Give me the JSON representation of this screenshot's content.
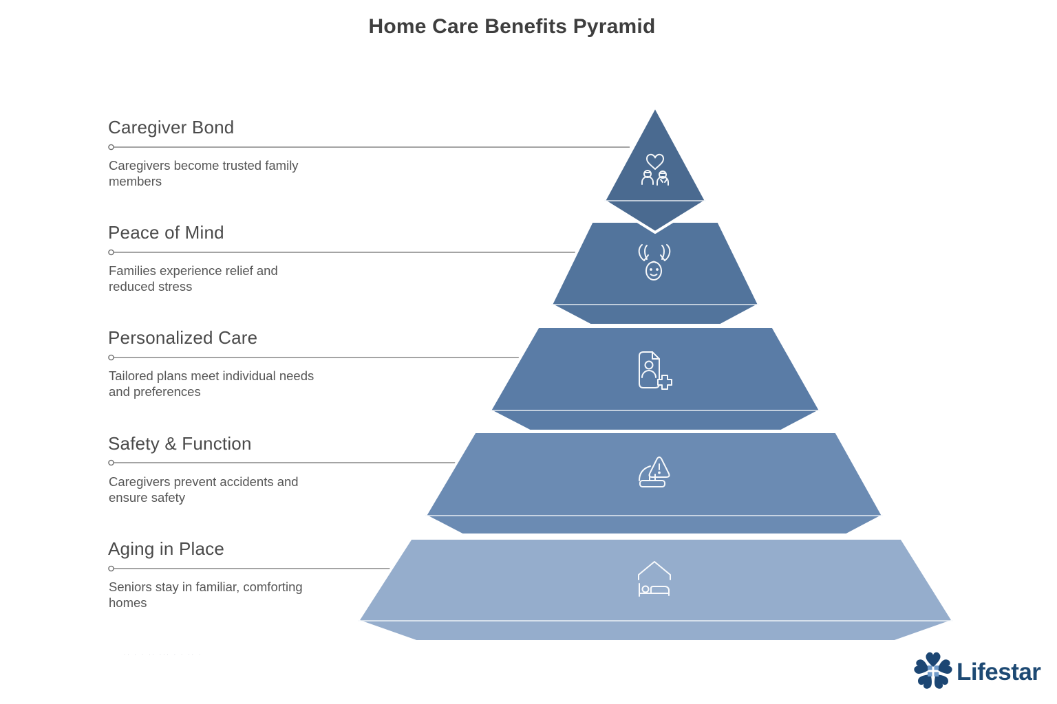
{
  "title": "Home Care Benefits Pyramid",
  "levels": [
    {
      "rank": 1,
      "name": "Caregiver Bond",
      "description": "Caregivers become trusted family members",
      "color": "#4a6a90",
      "icon": "heart-couple-icon"
    },
    {
      "rank": 2,
      "name": "Peace of Mind",
      "description": "Families experience relief and reduced stress",
      "color": "#52749c",
      "icon": "caring-hands-icon"
    },
    {
      "rank": 3,
      "name": "Personalized Care",
      "description": "Tailored plans meet individual needs and preferences",
      "color": "#5a7ca6",
      "icon": "care-plan-card-icon"
    },
    {
      "rank": 4,
      "name": "Safety & Function",
      "description": "Caregivers prevent accidents and ensure safety",
      "color": "#6b8bb3",
      "icon": "hazard-sign-icon"
    },
    {
      "rank": 5,
      "name": "Aging in Place",
      "description": "Seniors stay in familiar, comforting homes",
      "color": "#95adcc",
      "icon": "home-bed-icon"
    }
  ],
  "connector_color": "#6e6e6e",
  "footer": {
    "clipped_text": "·· ·   · ··  ··· ·  ·    ·· ·",
    "logo_text": "Lifestar",
    "logo_color": "#1d4973",
    "logo_mark": "star-house-icon",
    "logo_mark_color": "#1c4673",
    "logo_window_color": "#6f9ac9"
  }
}
